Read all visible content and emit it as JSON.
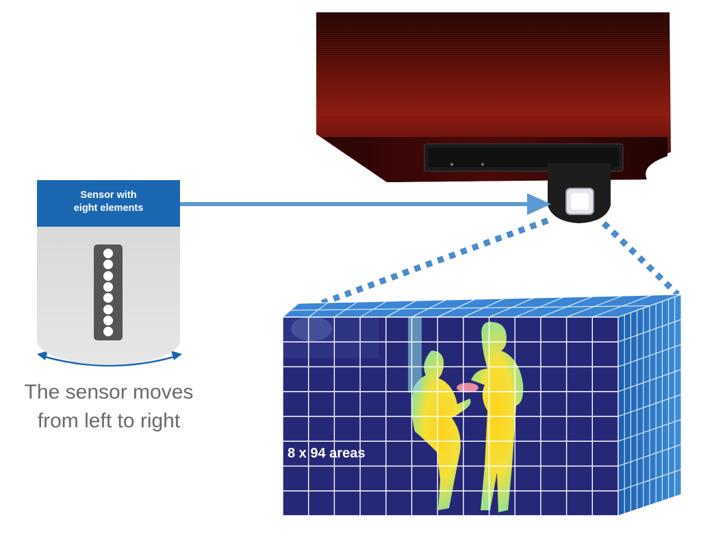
{
  "sensor_card": {
    "title_line1": "Sensor with",
    "title_line2": "eight elements",
    "element_count": 8
  },
  "caption": {
    "line1": "The sensor moves",
    "line2": "from left to right"
  },
  "grid_label": "8 x 94 areas",
  "colors": {
    "accent_blue": "#1a66b0",
    "arrow_blue": "#5b9bd1",
    "grid_background": "#252877",
    "unit_red": "#8a1a12"
  }
}
